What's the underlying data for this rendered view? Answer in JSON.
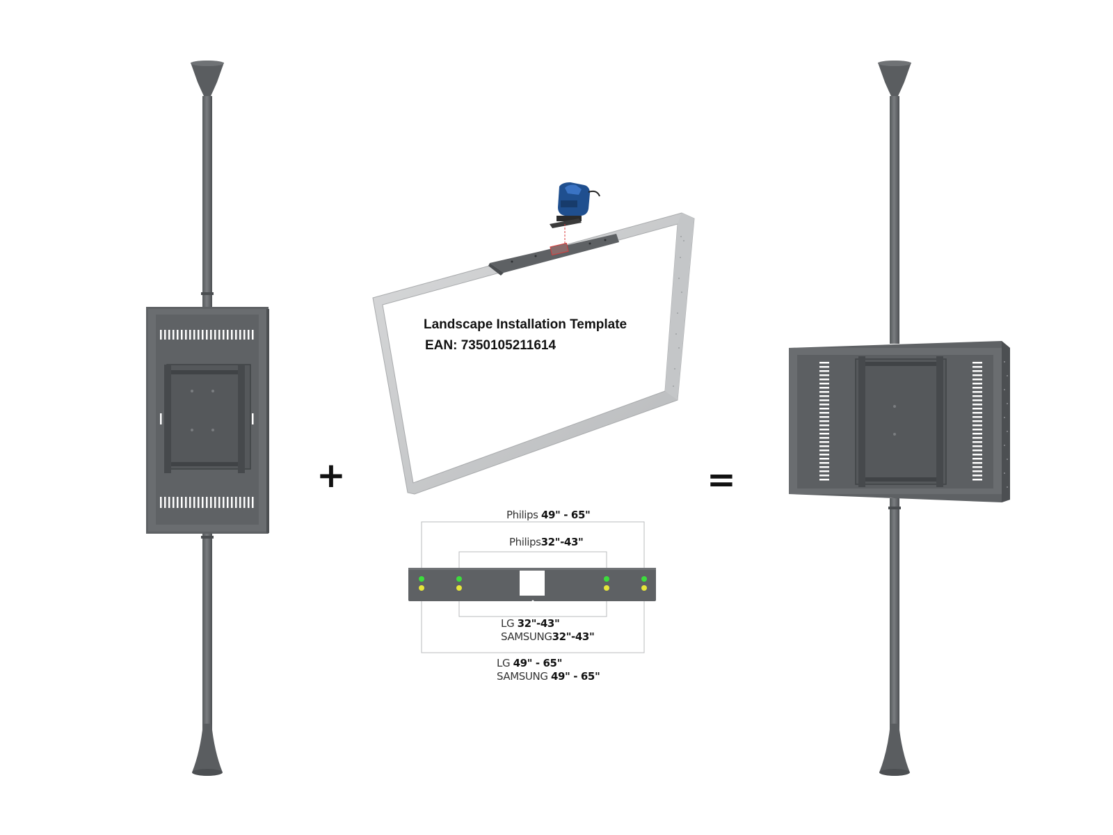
{
  "template": {
    "title": "Landscape Installation Template",
    "ean": "EAN: 7350105211614"
  },
  "operators": {
    "plus": "+",
    "equals": "="
  },
  "dimensions": {
    "philips_large": {
      "brand": "Philips",
      "size": "49\" - 65\""
    },
    "philips_small": {
      "brand": "Philips",
      "size": "32\"-43\""
    },
    "lg_small": {
      "brand": "LG",
      "size": "32\"-43\""
    },
    "samsung_small": {
      "brand": "SAMSUNG",
      "size": "32\"-43\""
    },
    "lg_large": {
      "brand": "LG",
      "size": "49\" - 65\""
    },
    "samsung_large": {
      "brand": "SAMSUNG",
      "size": "49\" - 65\""
    }
  },
  "icons": [
    "jigsaw-icon",
    "floor-ceiling-pole",
    "portrait-enclosure",
    "landscape-enclosure",
    "cutout-template-frame",
    "mounting-bracket"
  ],
  "colors": {
    "metal_dark": "#5a5d60",
    "metal_mid": "#6b6e71",
    "frame_light": "#c9cbcc",
    "hole_green": "#3ddc3d",
    "hole_yellow": "#e6e63a",
    "drill_blue": "#1f4f8f",
    "laser_red": "#d83a3a"
  }
}
